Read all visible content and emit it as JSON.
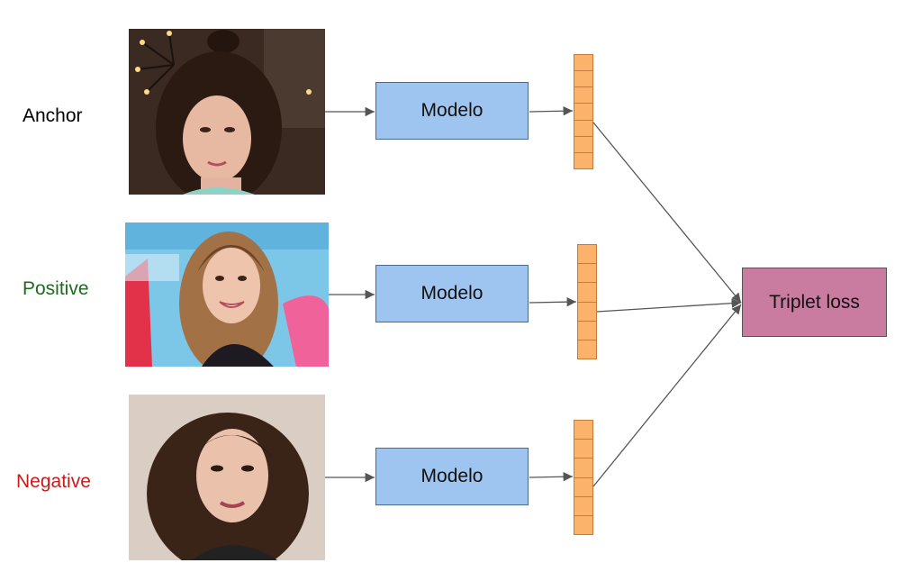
{
  "colors": {
    "anchor_label": "#000000",
    "positive_label": "#1e6b1e",
    "negative_label": "#cc1a1a",
    "model_fill": "#9ec4f0",
    "embedding_fill": "#fbb26b",
    "loss_fill": "#c97ba0",
    "arrow": "#555555"
  },
  "rows": [
    {
      "label": "Anchor",
      "photo": "anchor-face-photo",
      "model_label": "Modelo",
      "cells": 7
    },
    {
      "label": "Positive",
      "photo": "positive-face-photo",
      "model_label": "Modelo",
      "cells": 6
    },
    {
      "label": "Negative",
      "photo": "negative-face-photo",
      "model_label": "Modelo",
      "cells": 6
    }
  ],
  "loss": {
    "label": "Triplet loss"
  }
}
